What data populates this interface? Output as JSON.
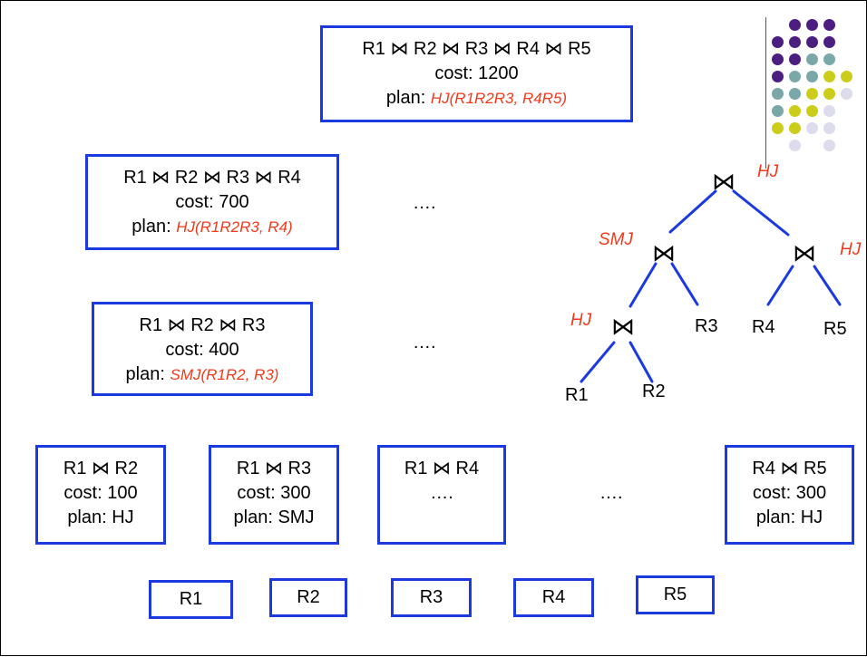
{
  "levels": {
    "five": {
      "title": "R1 ⋈ R2 ⋈ R3 ⋈ R4 ⋈ R5",
      "cost": "cost: 1200",
      "plan_label": "plan: ",
      "plan": "HJ(R1R2R3, R4R5)"
    },
    "four": {
      "title": "R1 ⋈ R2 ⋈ R3 ⋈ R4",
      "cost": "cost: 700",
      "plan_label": "plan: ",
      "plan": "HJ(R1R2R3, R4)"
    },
    "three": {
      "title": "R1 ⋈ R2 ⋈ R3",
      "cost": "cost: 400",
      "plan_label": "plan: ",
      "plan": "SMJ(R1R2, R3)"
    },
    "pairs": [
      {
        "title": "R1 ⋈ R2",
        "cost": "cost: 100",
        "plan": "plan: HJ"
      },
      {
        "title": "R1 ⋈ R3",
        "cost": "cost: 300",
        "plan": "plan: SMJ"
      },
      {
        "title": "R1 ⋈ R4",
        "cost": "….",
        "plan": ""
      },
      {
        "title": "R4 ⋈ R5",
        "cost": "cost: 300",
        "plan": "plan: HJ"
      }
    ],
    "singles": [
      "R1",
      "R2",
      "R3",
      "R4",
      "R5"
    ]
  },
  "ellipsis": "….",
  "tree": {
    "join_symbol": "⋈",
    "algos": {
      "root": "HJ",
      "left": "SMJ",
      "right": "HJ",
      "bottom": "HJ"
    },
    "leaves": {
      "r1": "R1",
      "r2": "R2",
      "r3": "R3",
      "r4": "R4",
      "r5": "R5"
    }
  },
  "colors": {
    "box_border": "#1a3ae0",
    "plan_text": "#ee3a1c",
    "edge": "#1a3ae0",
    "purple": "#4b1e80",
    "teal": "#7aa8a8",
    "yellow": "#cccc1a",
    "lavender": "#dcdcec"
  }
}
